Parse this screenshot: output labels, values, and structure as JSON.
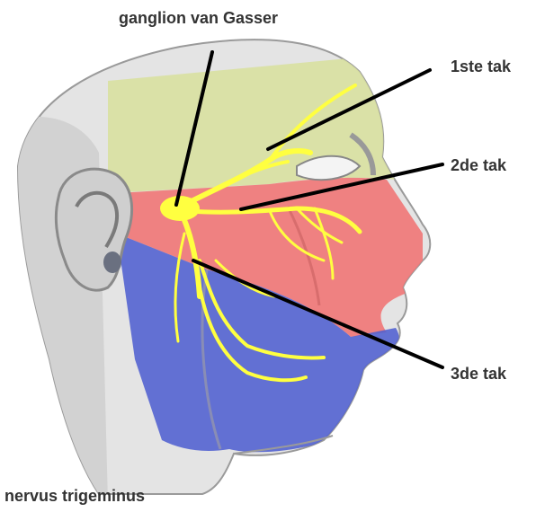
{
  "labels": {
    "ganglion": "ganglion van Gasser",
    "branch1": "1ste tak",
    "branch2": "2de tak",
    "branch3": "3de tak",
    "title": "nervus trigeminus"
  },
  "colors": {
    "branch1_zone": "#d8e0a0",
    "branch2_zone": "#f07878",
    "branch3_zone": "#5060d0",
    "nerve": "#ffff40",
    "skin": "#e4e4e4",
    "pointer": "#000000"
  },
  "icons": [
    "head-illustration",
    "ear-icon",
    "eye-icon",
    "nerve-branches"
  ]
}
